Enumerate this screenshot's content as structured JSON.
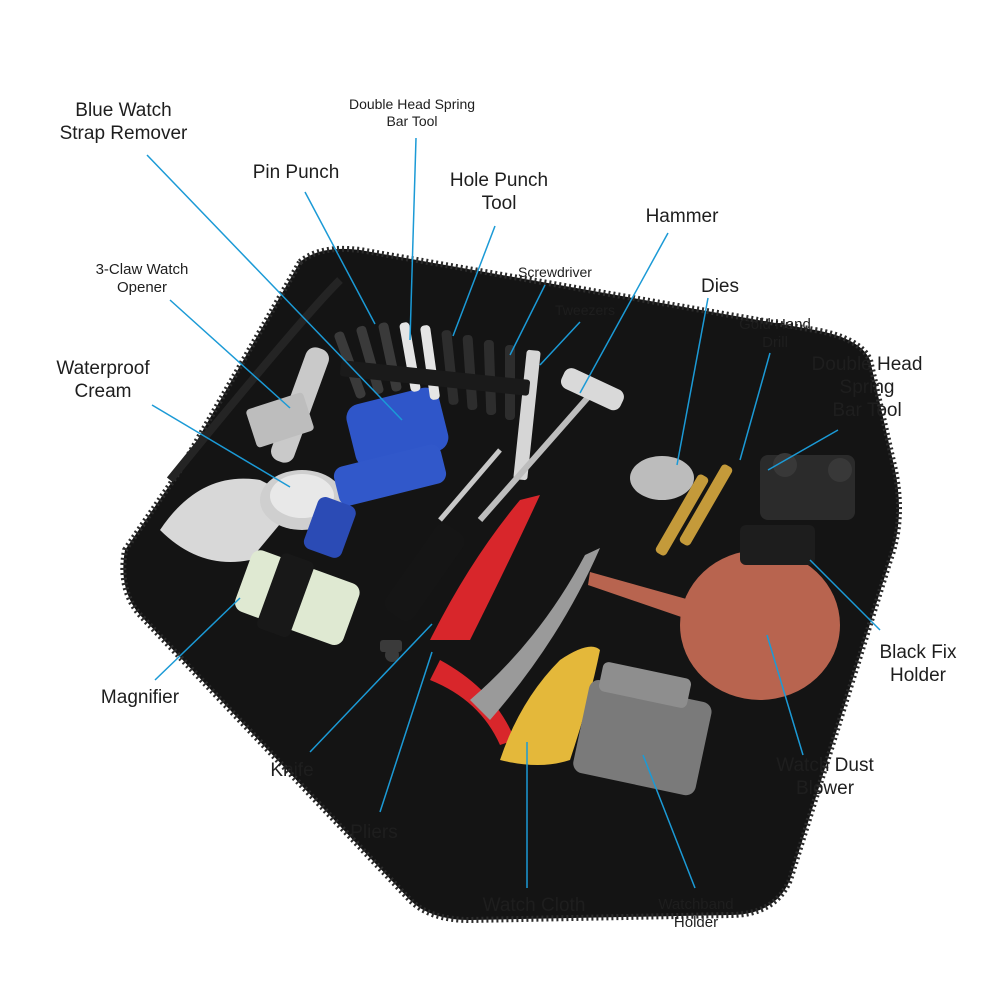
{
  "title": "",
  "colors": {
    "leader_line": "#1b9ad6",
    "case": "#151515",
    "zipper": "#2a2a2a",
    "blue_tool": "#2f56c9",
    "red_handle": "#d8262b",
    "blower": "#b8644f",
    "cloth": "#e4b83a",
    "gray_holder": "#7a7a7a",
    "gold": "#c49a3a"
  },
  "labels": [
    {
      "id": "blue-watch-strap-remover",
      "line1": "Blue Watch",
      "line2": "Strap Remover"
    },
    {
      "id": "double-head-spring-bar-tool-top",
      "line1": "Double Head Spring",
      "line2": "Bar Tool"
    },
    {
      "id": "pin-punch",
      "line1": "Pin Punch",
      "line2": ""
    },
    {
      "id": "hole-punch-tool",
      "line1": "Hole Punch",
      "line2": "Tool"
    },
    {
      "id": "hammer",
      "line1": "Hammer",
      "line2": ""
    },
    {
      "id": "3-claw-watch-opener",
      "line1": "3-Claw Watch",
      "line2": "Opener"
    },
    {
      "id": "screwdriver",
      "line1": "Screwdriver",
      "line2": ""
    },
    {
      "id": "tweezers",
      "line1": "Tweezers",
      "line2": ""
    },
    {
      "id": "dies",
      "line1": "Dies",
      "line2": ""
    },
    {
      "id": "gold-hand-drill",
      "line1": "Gold Hand",
      "line2": "Drill"
    },
    {
      "id": "waterproof-cream",
      "line1": "Waterproof",
      "line2": "Cream"
    },
    {
      "id": "double-head-spring-bar-tool-right",
      "line1": "Double Head",
      "line2": "Spring",
      "line3": "Bar Tool"
    },
    {
      "id": "black-fix-holder",
      "line1": "Black Fix",
      "line2": "Holder"
    },
    {
      "id": "magnifier",
      "line1": "Magnifier",
      "line2": ""
    },
    {
      "id": "knife",
      "line1": "Knife",
      "line2": ""
    },
    {
      "id": "watch-dust-blower",
      "line1": "Watch Dust",
      "line2": "Blower"
    },
    {
      "id": "pliers",
      "line1": "Pliers",
      "line2": ""
    },
    {
      "id": "watch-cloth",
      "line1": "Watch Cloth",
      "line2": ""
    },
    {
      "id": "watchband-holder",
      "line1": "Watchband",
      "line2": "Holder"
    }
  ]
}
